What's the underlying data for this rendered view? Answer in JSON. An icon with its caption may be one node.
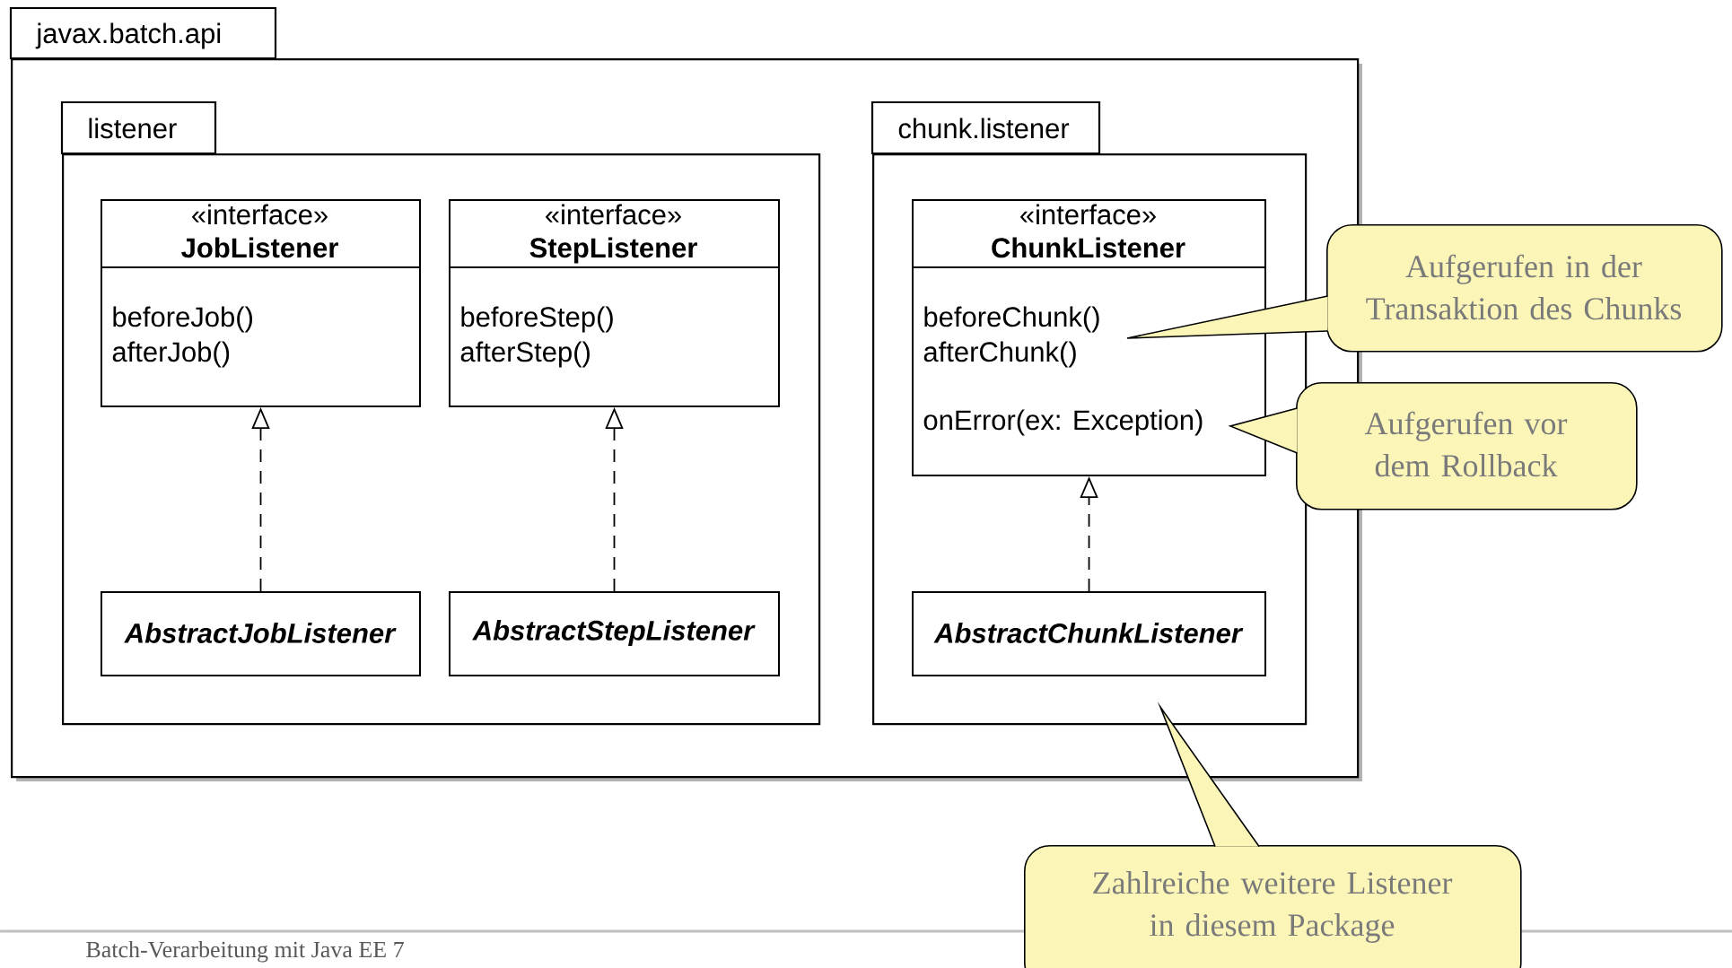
{
  "diagram": {
    "nodes": [
      {
        "text": [
          "javax.batch.api"
        ]
      },
      {
        "text": [
          "listener"
        ],
        "in": 0
      },
      {
        "text": [
          "«interface»",
          "JobListener",
          "beforeJob()",
          "afterJob()"
        ],
        "in": 1
      },
      {
        "text": [
          "«interface»",
          "StepListener",
          "beforeStep()",
          "afterStep()"
        ],
        "in": 1
      },
      {
        "text": [
          "AbstractJobListener"
        ],
        "in": 1
      },
      {
        "text": [
          "AbstractStepListener"
        ],
        "in": 1
      },
      {
        "text": [
          "chunk.listener"
        ],
        "in": 0
      },
      {
        "text": [
          "«interface»",
          "ChunkListener",
          "beforeChunk()",
          "afterChunk()",
          "onError(ex: Exception)"
        ],
        "in": 6
      },
      {
        "text": [
          "AbstractChunkListener"
        ],
        "in": 6
      },
      {
        "text": [
          "Aufgerufen in der Transaktion des Chunks"
        ]
      },
      {
        "text": [
          "Aufgerufen vor dem Rollback"
        ]
      },
      {
        "text": [
          "Zahlreiche weitere Listener in diesem Package"
        ]
      }
    ],
    "edges": [
      {
        "from": 4,
        "to": 2,
        "arrow": "to",
        "style": "dashed"
      },
      {
        "from": 5,
        "to": 3,
        "arrow": "to",
        "style": "dashed"
      },
      {
        "from": 8,
        "to": 7,
        "arrow": "to",
        "style": "dashed"
      }
    ],
    "labels": [
      "Batch-Verarbeitung mit Java EE 7"
    ]
  }
}
